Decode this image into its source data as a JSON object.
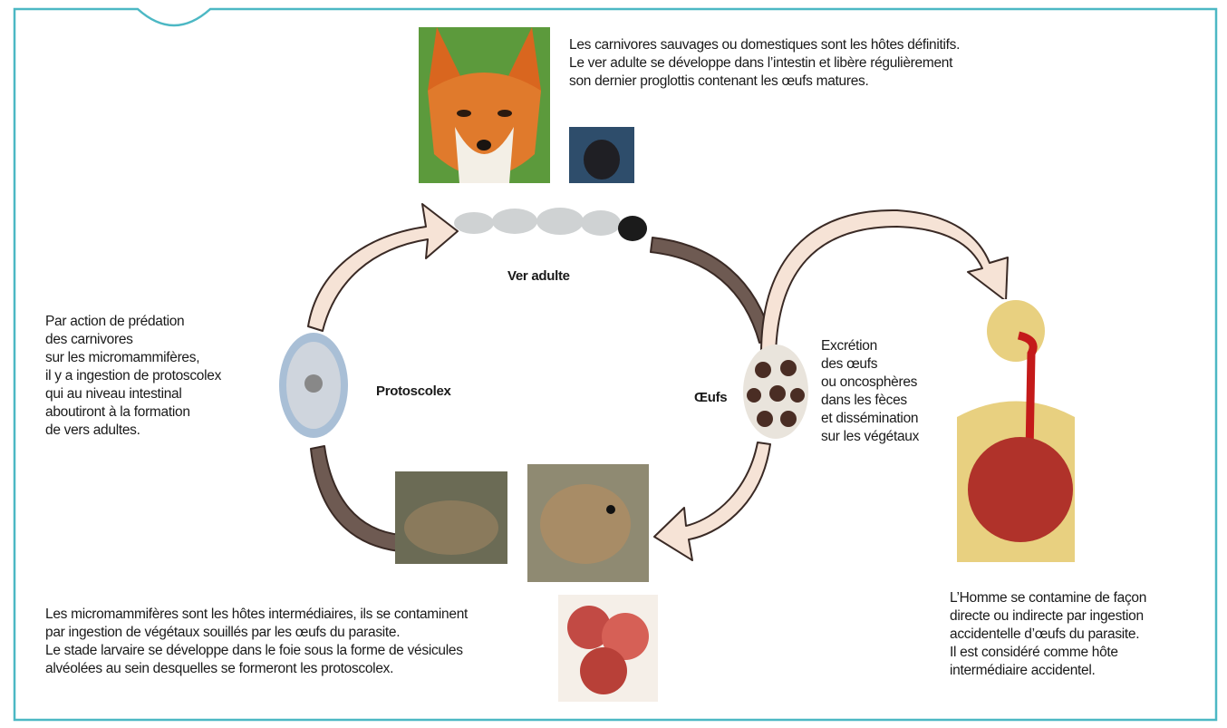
{
  "colors": {
    "frame": "#4cb8c4",
    "arrow_fill": "#f6e3d6",
    "arrow_stroke": "#3a2a25"
  },
  "texts": {
    "hosts_definitive": [
      "Les carnivores sauvages ou domestiques sont les hôtes définitifs.",
      "Le ver adulte se développe dans l’intestin et libère régulièrement",
      "son dernier proglottis contenant les œufs matures."
    ],
    "predation": [
      "Par action de prédation",
      "des carnivores",
      "sur les micromammifères,",
      "il y a ingestion de protoscolex",
      "qui au niveau intestinal",
      "aboutiront à la formation",
      "de vers adultes."
    ],
    "eggs_excretion": [
      "Excrétion",
      "des œufs",
      "ou oncosphères",
      "dans les fèces",
      "et dissémination",
      "sur les végétaux"
    ],
    "intermediate_hosts": [
      "Les micromammifères sont les hôtes intermédiaires, ils se contaminent",
      "par ingestion de végétaux souillés par les œufs du parasite.",
      "Le stade larvaire se développe dans le foie sous la forme de vésicules",
      "alvéolées au sein desquelles se formeront les protoscolex."
    ],
    "human": [
      "L’Homme se contamine de façon",
      "directe ou indirecte par ingestion",
      "accidentelle d’œufs du parasite.",
      "Il est considéré comme hôte",
      "intermédiaire accidentel."
    ]
  },
  "labels": {
    "adult_worm": "Ver adulte",
    "protoscolex": "Protoscolex",
    "eggs": "Œufs"
  }
}
